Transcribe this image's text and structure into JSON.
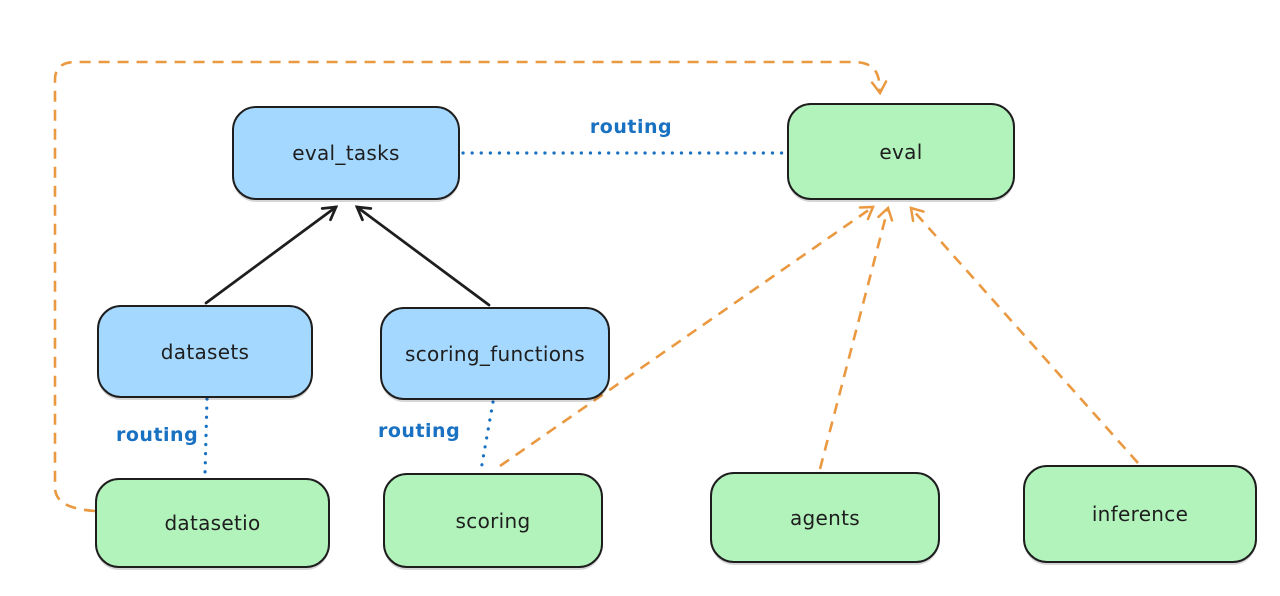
{
  "diagram": {
    "type": "architecture-flow",
    "background": "#ffffff",
    "nodes": {
      "eval_tasks": {
        "label": "eval_tasks",
        "fill": "#a5d8ff"
      },
      "eval": {
        "label": "eval",
        "fill": "#b2f2bb"
      },
      "datasets": {
        "label": "datasets",
        "fill": "#a5d8ff"
      },
      "scoring_functions": {
        "label": "scoring_functions",
        "fill": "#a5d8ff"
      },
      "datasetio": {
        "label": "datasetio",
        "fill": "#b2f2bb"
      },
      "scoring": {
        "label": "scoring",
        "fill": "#b2f2bb"
      },
      "agents": {
        "label": "agents",
        "fill": "#b2f2bb"
      },
      "inference": {
        "label": "inference",
        "fill": "#b2f2bb"
      }
    },
    "edge_labels": {
      "eval_tasks_eval": "routing",
      "datasets_datasetio": "routing",
      "scoring_functions_scoring": "routing"
    },
    "edges": [
      {
        "from": "datasets",
        "to": "eval_tasks",
        "style": "solid",
        "color": "#1e1e1e",
        "arrow": true
      },
      {
        "from": "scoring_functions",
        "to": "eval_tasks",
        "style": "solid",
        "color": "#1e1e1e",
        "arrow": true
      },
      {
        "from": "eval_tasks",
        "to": "eval",
        "style": "dotted",
        "color": "#1971c2",
        "label": "routing",
        "arrow": false
      },
      {
        "from": "datasets",
        "to": "datasetio",
        "style": "dotted",
        "color": "#1971c2",
        "label": "routing",
        "arrow": false
      },
      {
        "from": "scoring_functions",
        "to": "scoring",
        "style": "dotted",
        "color": "#1971c2",
        "label": "routing",
        "arrow": false
      },
      {
        "from": "datasetio",
        "to": "eval",
        "style": "dashed",
        "color": "#ea9941",
        "arrow": true,
        "path": "around-left-top"
      },
      {
        "from": "scoring",
        "to": "eval",
        "style": "dashed",
        "color": "#ea9941",
        "arrow": true
      },
      {
        "from": "agents",
        "to": "eval",
        "style": "dashed",
        "color": "#ea9941",
        "arrow": true
      },
      {
        "from": "inference",
        "to": "eval",
        "style": "dashed",
        "color": "#ea9941",
        "arrow": true
      }
    ],
    "colors": {
      "registry_fill": "#a5d8ff",
      "api_fill": "#b2f2bb",
      "node_stroke": "#1e1e1e",
      "routing_edge": "#1971c2",
      "provider_edge": "#ea9941",
      "dependency_edge": "#1e1e1e"
    }
  }
}
